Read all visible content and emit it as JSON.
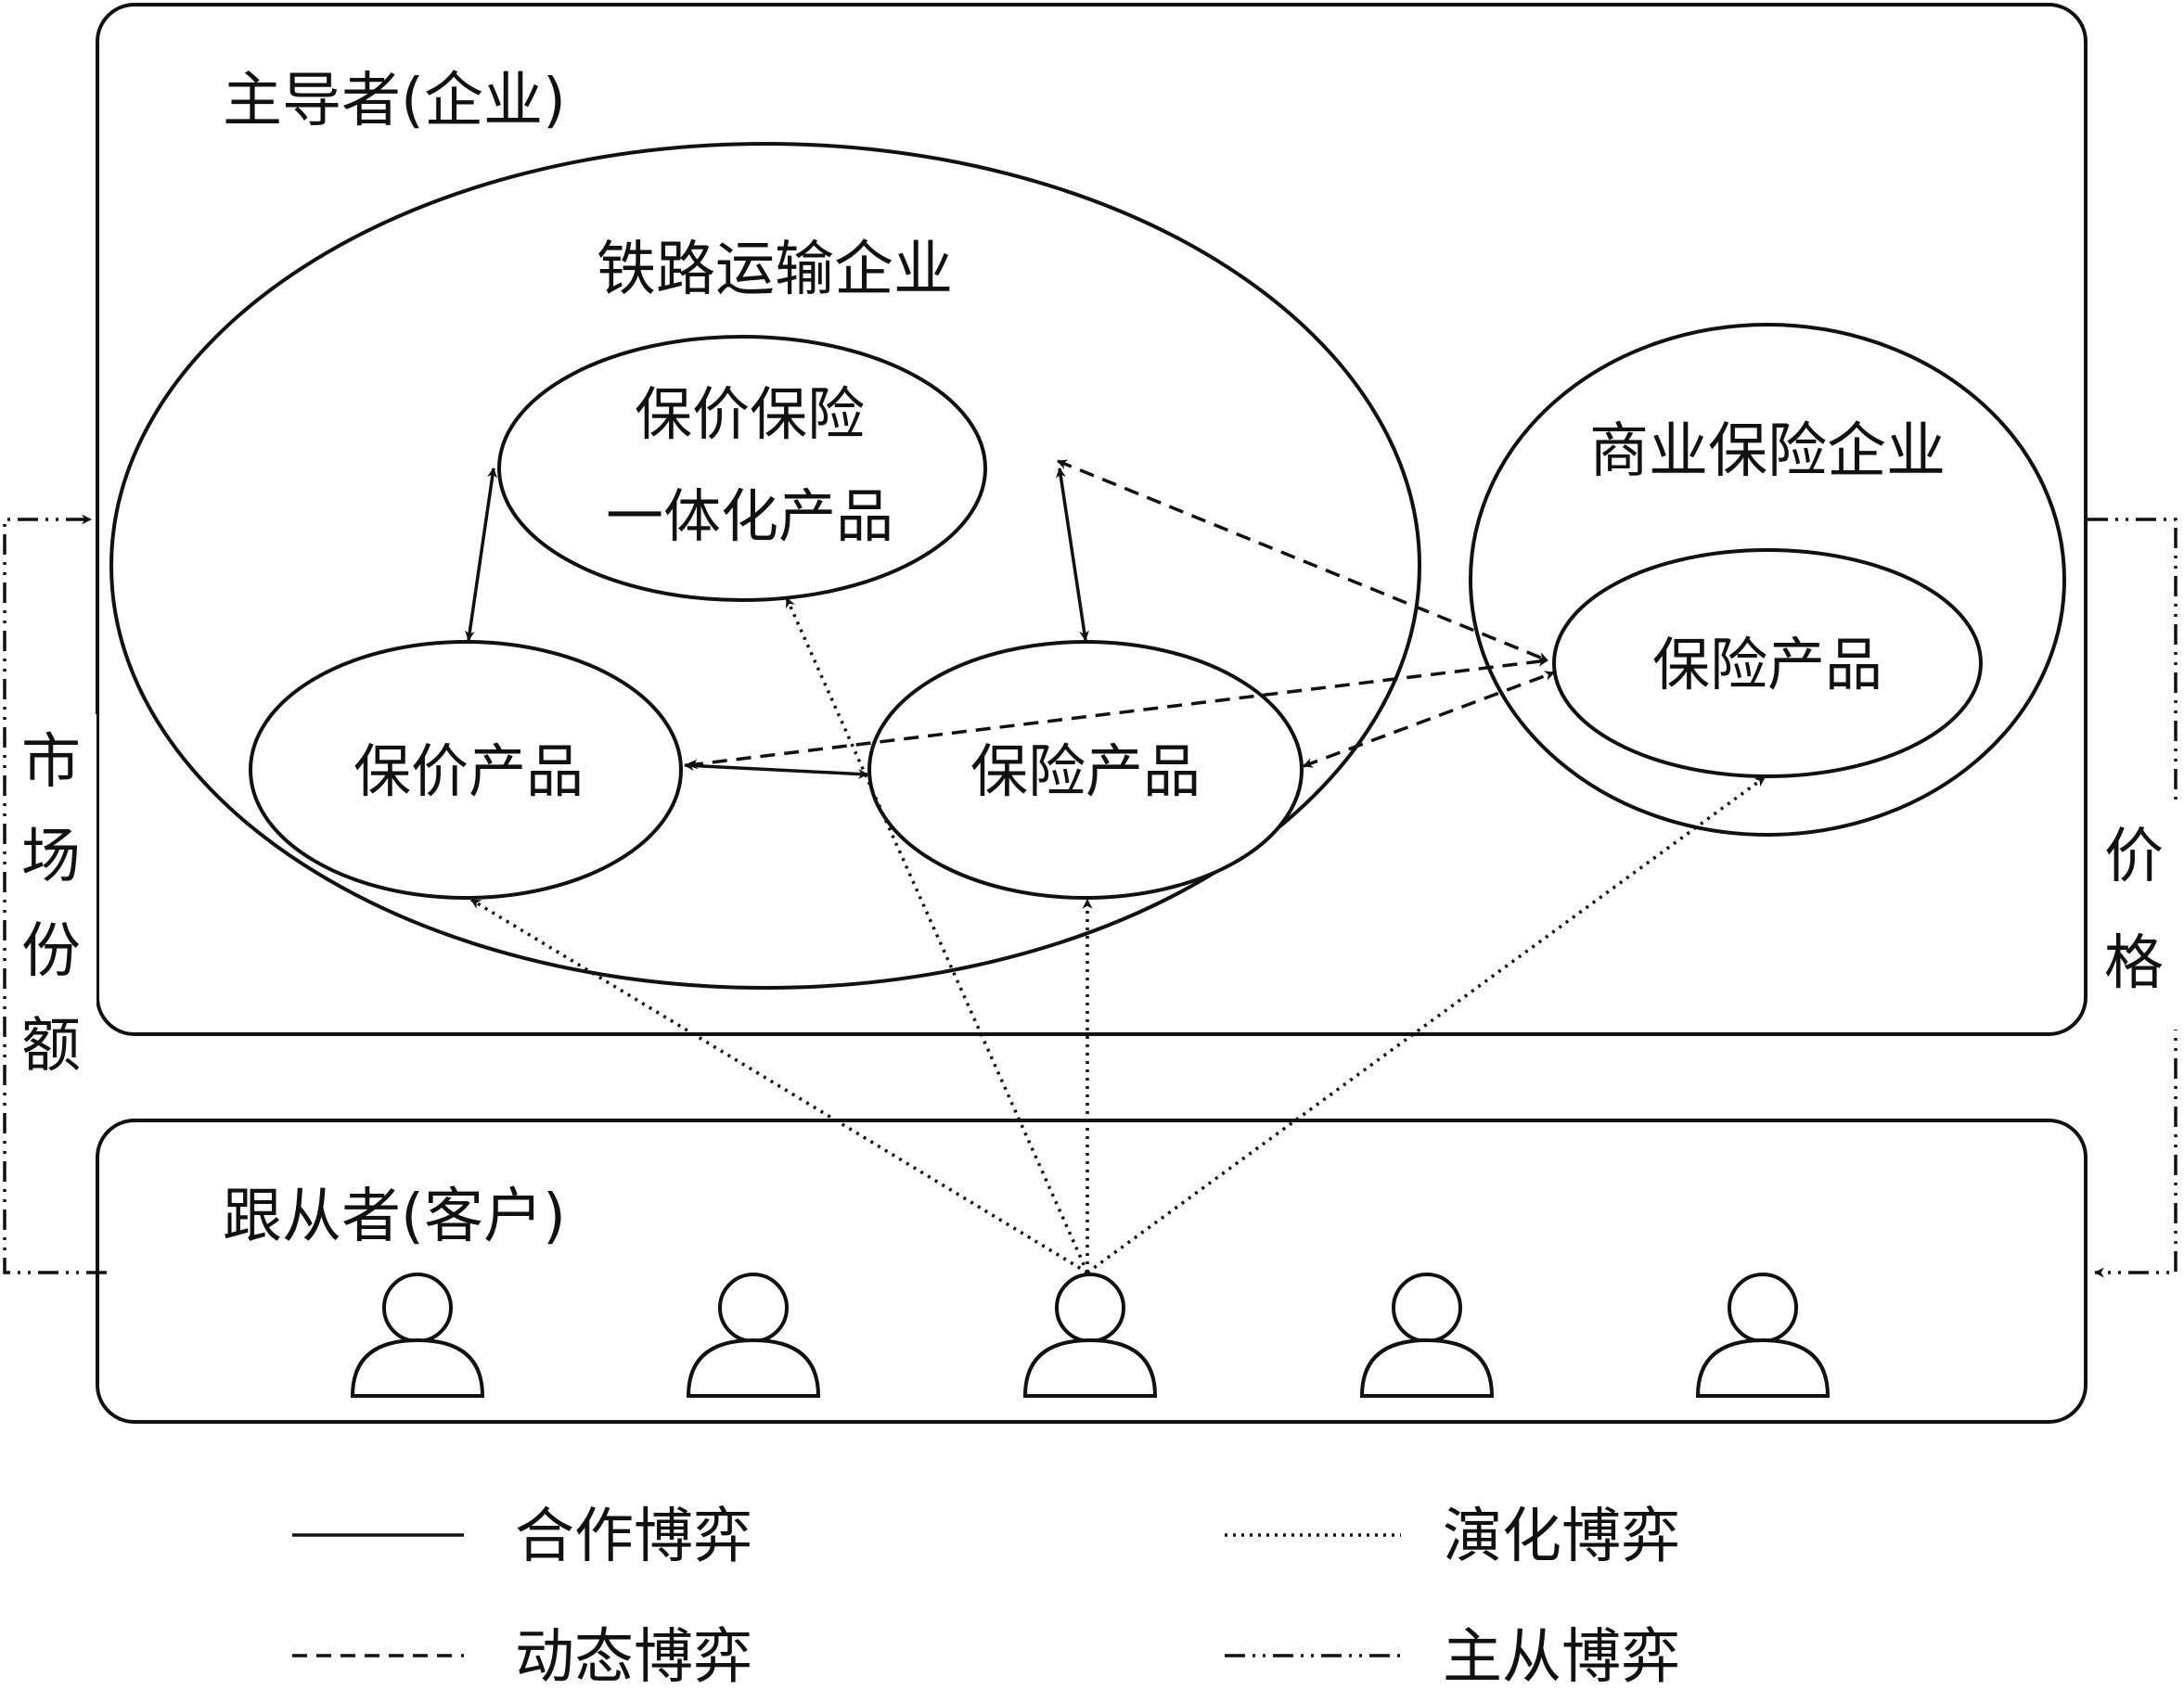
{
  "leader_box": {
    "label": "主导者(企业)"
  },
  "railway": {
    "label": "铁路运输企业",
    "integrated_product": {
      "line1": "保价保险",
      "line2": "一体化产品"
    },
    "valuation_product": "保价产品",
    "insurance_product": "保险产品"
  },
  "commercial": {
    "label": "商业保险企业",
    "insurance_product": "保险产品"
  },
  "follower_box": {
    "label": "跟从者(客户)"
  },
  "side_labels": {
    "left": [
      "市",
      "场",
      "份",
      "额"
    ],
    "right": [
      "价",
      "格"
    ]
  },
  "legend": {
    "cooperative": "合作博弈",
    "evolutionary": "演化博弈",
    "dynamic": "动态博弈",
    "leader_follower": "主从博弈"
  },
  "customers": [
    "customer",
    "customer",
    "customer",
    "customer",
    "customer"
  ]
}
